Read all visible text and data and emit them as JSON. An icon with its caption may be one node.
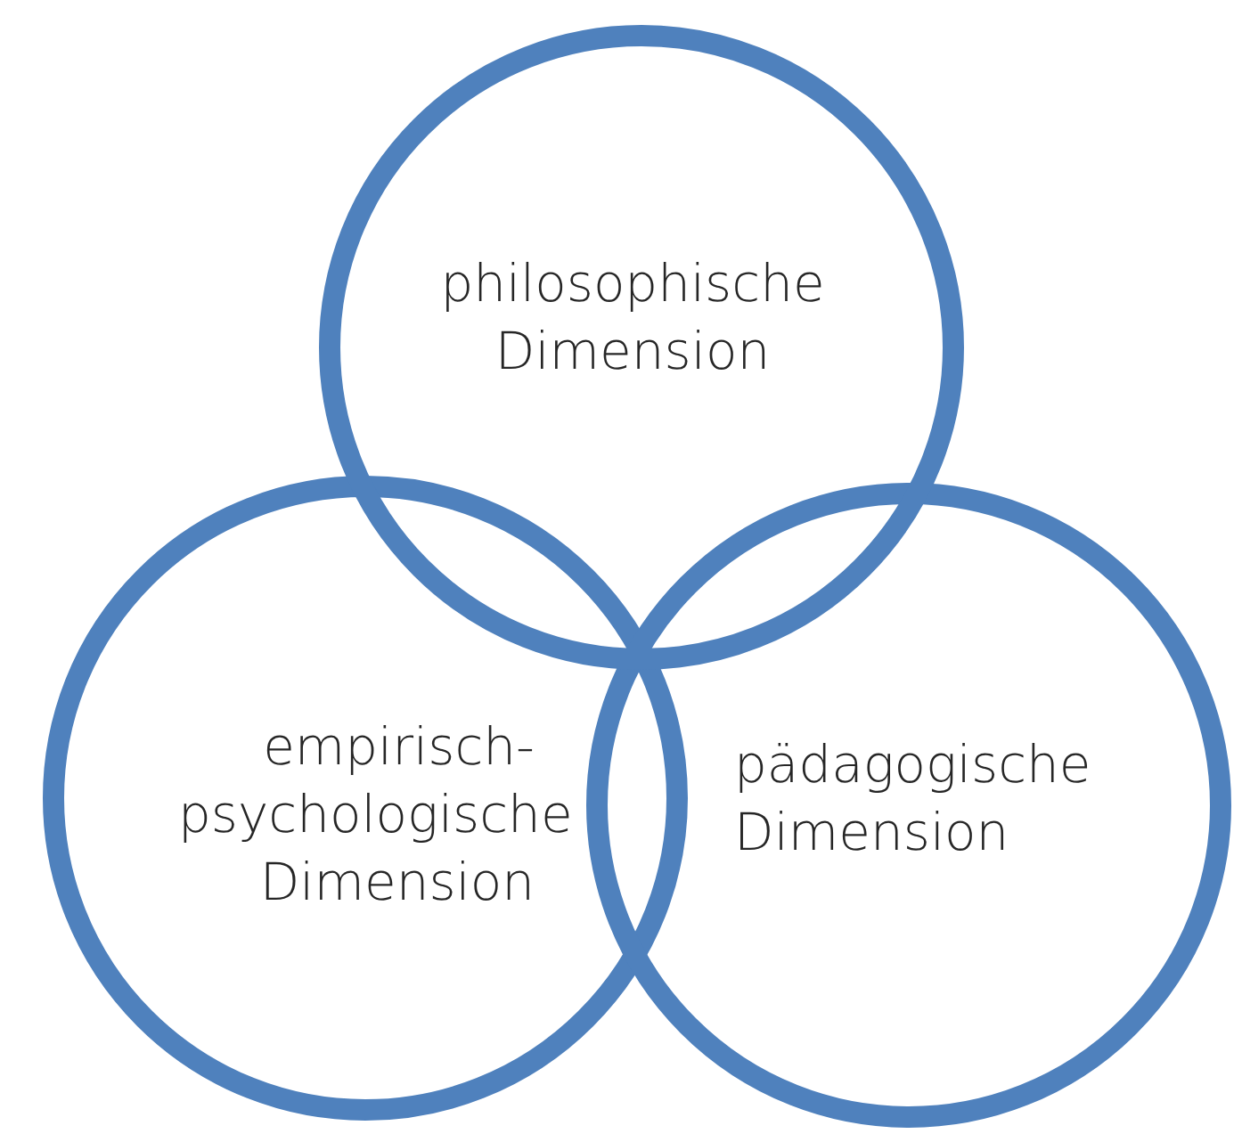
{
  "diagram": {
    "nodes": [
      {
        "text": [
          "philosophische Dimension"
        ]
      },
      {
        "text": [
          "empirisch- psychologische Dimension"
        ]
      },
      {
        "text": [
          "pädagogische Dimension"
        ]
      }
    ],
    "edges": []
  }
}
